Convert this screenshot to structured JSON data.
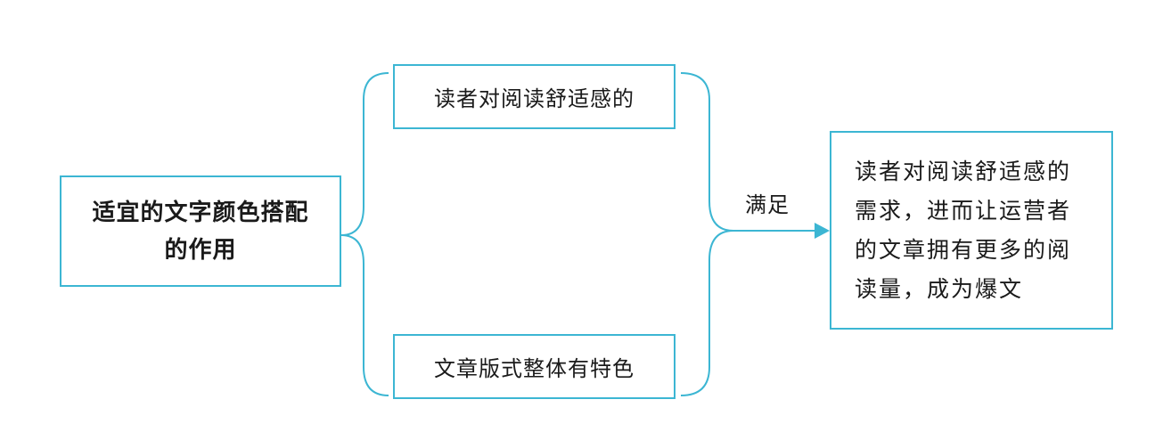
{
  "diagram": {
    "main_node": {
      "lines": [
        "适宜的文字颜色搭配",
        "的作用"
      ]
    },
    "branches": [
      {
        "label": "读者对阅读舒适感的"
      },
      {
        "label": "文章版式整体有特色"
      }
    ],
    "connector_label": "满足",
    "result_node": {
      "lines": [
        "读者对阅读舒适感的",
        "需求，进而让运营者",
        "的文章拥有更多的阅",
        "读量，成为爆文"
      ]
    }
  },
  "colors": {
    "accent": "#3cb6d3",
    "text": "#1a1a1a",
    "background": "#ffffff"
  }
}
